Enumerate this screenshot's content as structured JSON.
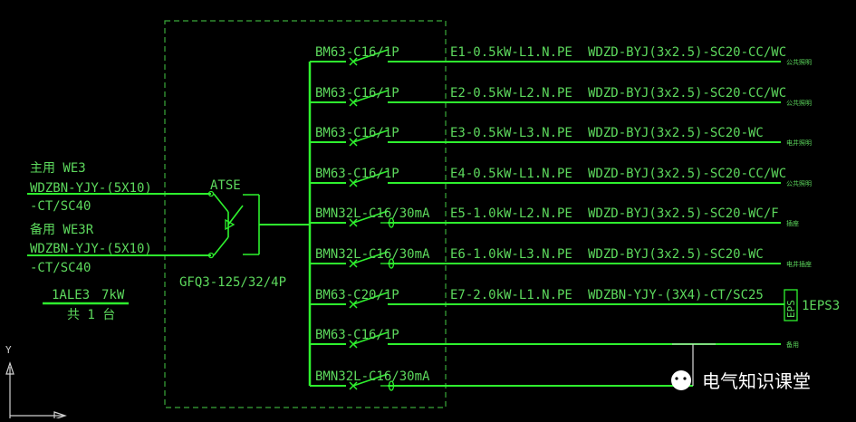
{
  "colors": {
    "line": "#2ef22e",
    "text": "#5dd95d",
    "dashed": "#3aa83a",
    "background": "#000000",
    "axis": "#d0d0d0",
    "watermark": "#ffffff"
  },
  "inputs": [
    {
      "name": "主用 WE3",
      "cable": "WDZBN-YJY-(5X10)",
      "conduit": "-CT/SC40"
    },
    {
      "name": "备用 WE3R",
      "cable": "WDZBN-YJY-(5X10)",
      "conduit": "-CT/SC40"
    }
  ],
  "panel": {
    "id": "1ALE3",
    "power": "7kW",
    "count": "共 1 台"
  },
  "switch": {
    "top_label": "ATSE",
    "bottom_label": "GFQ3-125/32/4P"
  },
  "branches": [
    {
      "breaker": "BM63-C16/1P",
      "circuit": "E1-0.5kW-L1.N.PE",
      "cable": "WDZD-BYJ(3x2.5)-SC20-CC/WC",
      "use": "公共照明",
      "type": "mcb"
    },
    {
      "breaker": "BM63-C16/1P",
      "circuit": "E2-0.5kW-L2.N.PE",
      "cable": "WDZD-BYJ(3x2.5)-SC20-CC/WC",
      "use": "公共照明",
      "type": "mcb"
    },
    {
      "breaker": "BM63-C16/1P",
      "circuit": "E3-0.5kW-L3.N.PE",
      "cable": "WDZD-BYJ(3x2.5)-SC20-WC",
      "use": "电井照明",
      "type": "mcb"
    },
    {
      "breaker": "BM63-C16/1P",
      "circuit": "E4-0.5kW-L1.N.PE",
      "cable": "WDZD-BYJ(3x2.5)-SC20-CC/WC",
      "use": "公共照明",
      "type": "mcb"
    },
    {
      "breaker": "BMN32L-C16/30mA",
      "circuit": "E5-1.0kW-L2.N.PE",
      "cable": "WDZD-BYJ(3x2.5)-SC20-WC/F",
      "use": "插座",
      "type": "rcbo"
    },
    {
      "breaker": "BMN32L-C16/30mA",
      "circuit": "E6-1.0kW-L3.N.PE",
      "cable": "WDZD-BYJ(3x2.5)-SC20-WC",
      "use": "电井插座",
      "type": "rcbo"
    },
    {
      "breaker": "BM63-C20/1P",
      "circuit": "E7-2.0kW-L1.N.PE",
      "cable": "WDZBN-YJY-(3X4)-CT/SC25",
      "use": "",
      "type": "mcb"
    },
    {
      "breaker": "BM63-C16/1P",
      "circuit": "",
      "cable": "",
      "use": "备用",
      "type": "mcb"
    },
    {
      "breaker": "BMN32L-C16/30mA",
      "circuit": "",
      "cable": "",
      "use": "",
      "type": "rcbo"
    }
  ],
  "eps": {
    "box_label": "EPS",
    "label": "1EPS3"
  },
  "axis": {
    "y_label": "Y"
  },
  "watermark": {
    "text": "电气知识课堂"
  }
}
